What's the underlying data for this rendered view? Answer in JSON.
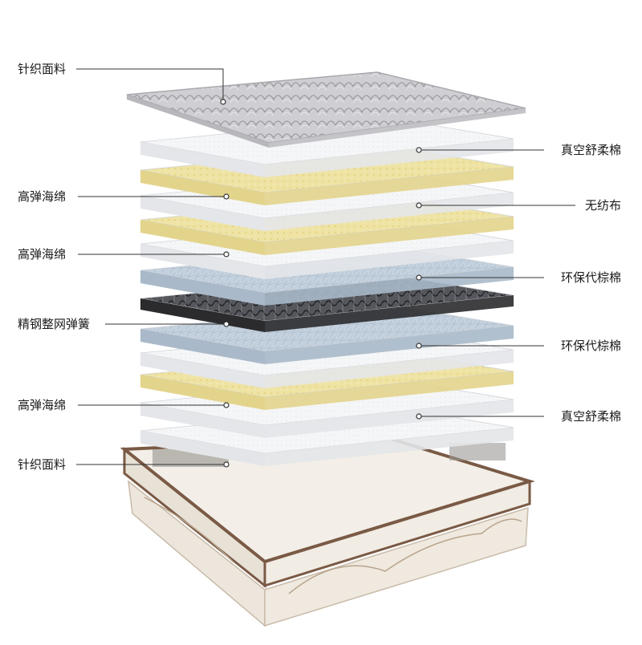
{
  "diagram": {
    "left_labels": [
      {
        "id": "knit-fabric-top",
        "text": "针织面料"
      },
      {
        "id": "high-resilience-foam-1",
        "text": "高弹海绵"
      },
      {
        "id": "high-resilience-foam-2",
        "text": "高弹海绵"
      },
      {
        "id": "steel-spring",
        "text": "精钢整网弹簧"
      },
      {
        "id": "high-resilience-foam-3",
        "text": "高弹海绵"
      },
      {
        "id": "knit-fabric-bottom",
        "text": "针织面料"
      }
    ],
    "right_labels": [
      {
        "id": "vacuum-cotton-1",
        "text": "真空舒柔棉"
      },
      {
        "id": "nonwoven-fabric",
        "text": "无纺布"
      },
      {
        "id": "eco-palm-1",
        "text": "环保代棕棉"
      },
      {
        "id": "eco-palm-2",
        "text": "环保代棕棉"
      },
      {
        "id": "vacuum-cotton-2",
        "text": "真空舒柔棉"
      }
    ],
    "colors": {
      "knit_top": "#c9c9cc",
      "white_cotton": "#f4f5f6",
      "yellow_foam": "#efe4a6",
      "blue_palm": "#c3d0dc",
      "spring_dark": "#2b2b2d",
      "mattress_body": "#f1ece4",
      "mattress_trim": "#7a5a45",
      "leader_line": "#333333"
    }
  }
}
